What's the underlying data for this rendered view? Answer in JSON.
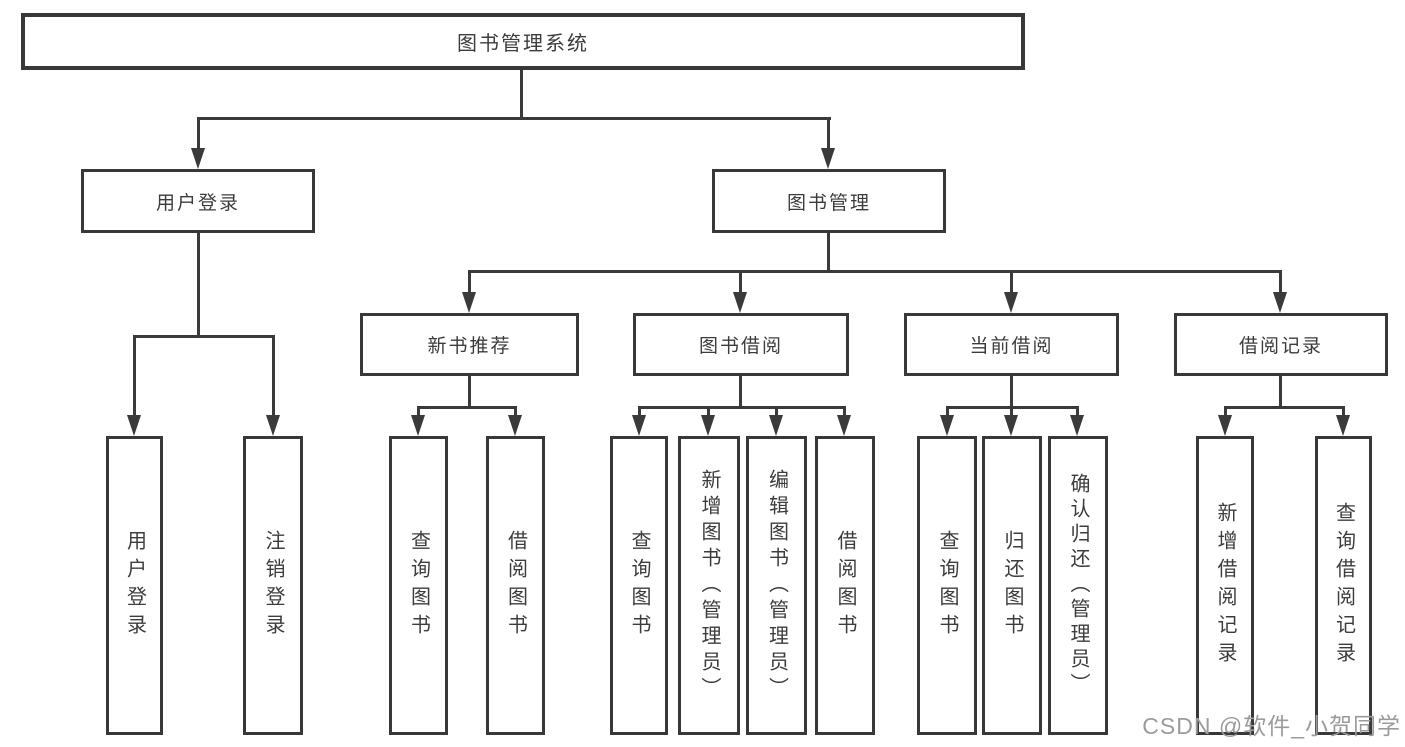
{
  "tree": {
    "root_label": "图书管理系统",
    "branches": [
      {
        "label": "用户登录",
        "leaves": [
          {
            "label": "用户登录"
          },
          {
            "label": "注销登录"
          }
        ]
      },
      {
        "label": "图书管理",
        "groups": [
          {
            "label": "新书推荐",
            "leaves": [
              {
                "label": "查询图书"
              },
              {
                "label": "借阅图书"
              }
            ]
          },
          {
            "label": "图书借阅",
            "leaves": [
              {
                "label": "查询图书"
              },
              {
                "label": "新增图书（管理员）"
              },
              {
                "label": "编辑图书（管理员）"
              },
              {
                "label": "借阅图书"
              }
            ]
          },
          {
            "label": "当前借阅",
            "leaves": [
              {
                "label": "查询图书"
              },
              {
                "label": "归还图书"
              },
              {
                "label": "确认归还（管理员）"
              }
            ]
          },
          {
            "label": "借阅记录",
            "leaves": [
              {
                "label": "新增借阅记录"
              },
              {
                "label": "查询借阅记录"
              }
            ]
          }
        ]
      }
    ]
  },
  "watermark": "CSDN @软件_小贺同学",
  "colors": {
    "line": "#3a3a3a",
    "box_border": "#383838",
    "text": "#3c3c3c",
    "watermark": "#9b9b9b",
    "background": "#ffffff"
  }
}
